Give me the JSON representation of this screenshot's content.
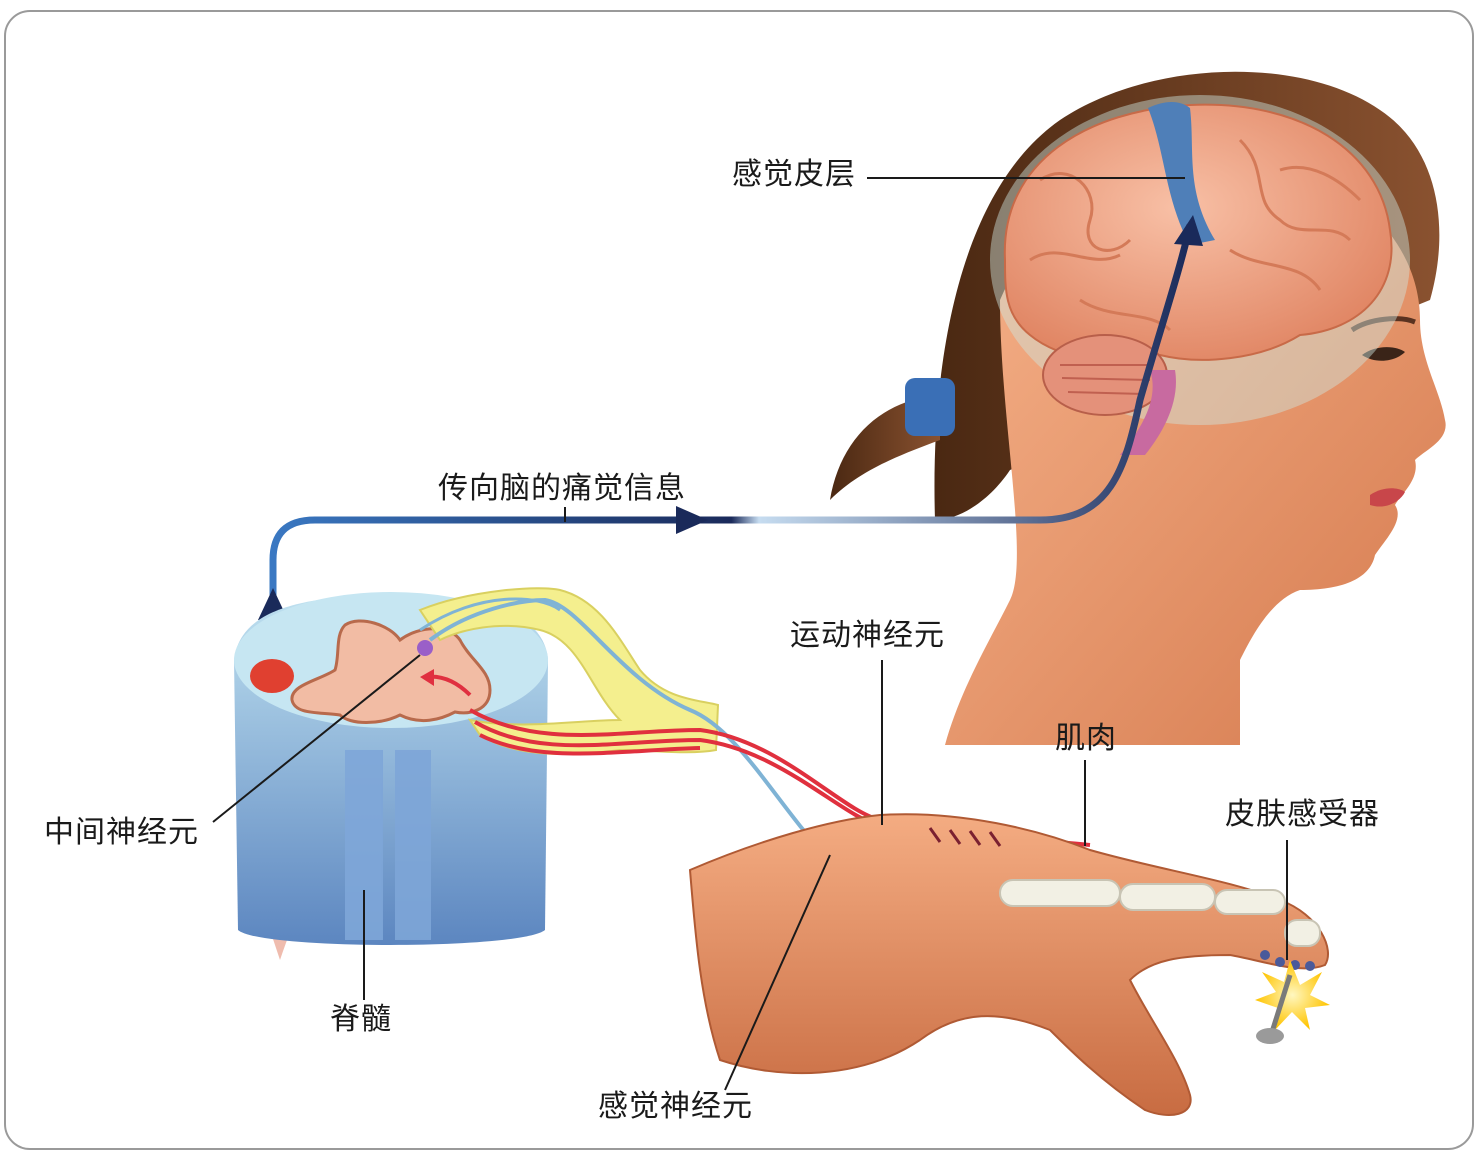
{
  "labels": {
    "sensory_cortex": "感觉皮层",
    "pain_to_brain": "传向脑的痛觉信息",
    "motor_neuron": "运动神经元",
    "muscle": "肌肉",
    "skin_receptor": "皮肤感受器",
    "interneuron": "中间神经元",
    "spinal_cord": "脊髓",
    "sensory_neuron": "感觉神经元"
  },
  "colors": {
    "skin": "#f2a078",
    "skin_dark": "#d9774e",
    "hair": "#6b3b1e",
    "brain": "#f4a98c",
    "cortex_band": "#4f7fb8",
    "pathway_arrow": "#1a2a5a",
    "motor_nerve": "#e0303e",
    "sensory_nerve": "#7fb3d5",
    "spinal_yellow": "#f2ee8a",
    "spinal_blue": "#b9dcee",
    "bone": "#f2f0e4",
    "pain_burst": "#ffd21f"
  }
}
